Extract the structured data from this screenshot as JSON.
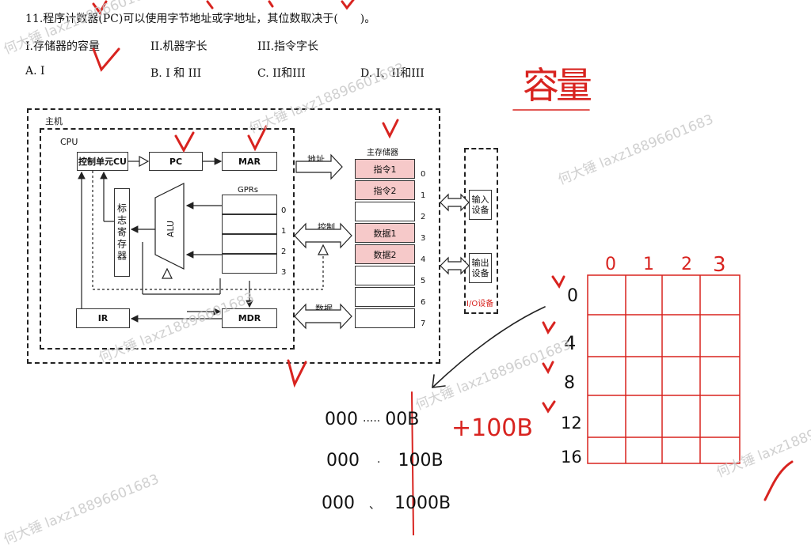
{
  "question": {
    "stem": "11.程序计数器(PC)可以使用字节地址或字地址，其位数取决于(　　)。",
    "items": [
      "I.存储器的容量",
      "II.机器字长",
      "III.指令字长"
    ],
    "options": [
      "A. I",
      "B. I 和 III",
      "C. II和III",
      "D. I、II和III"
    ]
  },
  "diagram": {
    "host_label": "主机",
    "cpu_label": "CPU",
    "cu": "控制单元CU",
    "pc": "PC",
    "mar": "MAR",
    "mdr": "MDR",
    "ir": "IR",
    "alu": "ALU",
    "flags": "标志寄存器",
    "gprs": "GPRs",
    "gpr_indexes": [
      "0",
      "1",
      "2",
      "3"
    ],
    "addr_bus": "地址",
    "ctrl_bus": "控制",
    "data_bus": "数据",
    "memory_title": "主存储器",
    "memory_cells": [
      "指令1",
      "指令2",
      "",
      "数据1",
      "数据2",
      "",
      "",
      ""
    ],
    "memory_indexes": [
      "0",
      "1",
      "2",
      "3",
      "4",
      "5",
      "6",
      "7"
    ],
    "input_device": "输入设备",
    "output_device": "输出设备",
    "io_label": "I/O设备"
  },
  "handwriting": {
    "capacity": "容量",
    "plus": "+100B",
    "addr_rows": [
      {
        "prefix": "000",
        "dots": "·····",
        "suffix": "00B"
      },
      {
        "prefix": "000",
        "dots": "·",
        "suffix": "100B"
      },
      {
        "prefix": "000",
        "dots": "、",
        "suffix": "1000B"
      }
    ],
    "grid_cols": [
      "0",
      "1",
      "2",
      "3"
    ],
    "grid_rows": [
      "0",
      "4",
      "8",
      "12",
      "16"
    ]
  },
  "watermark": "何大锤 laxz18896601683",
  "colors": {
    "ink_red": "#d8231f",
    "mem_highlight": "#f6c9c9"
  }
}
